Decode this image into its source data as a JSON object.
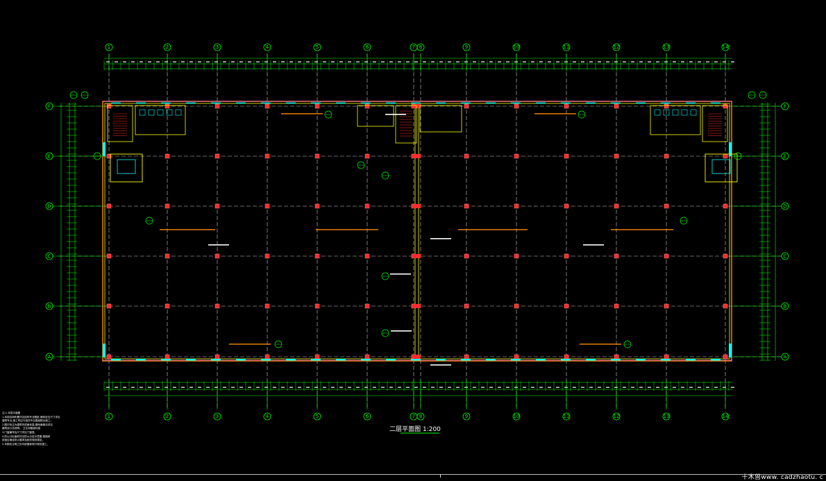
{
  "plan": {
    "title": "二层平面图 1:200",
    "columns": [
      "1",
      "2",
      "3",
      "4",
      "5",
      "6",
      "7",
      "8",
      "9",
      "10",
      "11",
      "12",
      "13",
      "14"
    ],
    "rows": [
      "F",
      "E",
      "D",
      "C",
      "B",
      "A"
    ],
    "notes": [
      "注:1.本层平面图",
      "1.本层柱网布置详见结构专业图纸,墙体定位尺寸详见",
      "  建筑专业,施工时应与相关专业图纸配合施工。",
      "2.图中标注为建筑完成面标高,楼地面做法详见",
      "  建筑设计总说明。  卫生间楼面标高",
      "3.门窗编号及尺寸详见门窗表。",
      "4.防火分区面积详见防火分区示意图,楼梯间",
      "  前室应满足防火要求及相关规范规定。",
      "5.本图未注明之处均按国家现行规范施工。"
    ]
  },
  "watermark": "十木兽www. cadzhaotu. c"
}
